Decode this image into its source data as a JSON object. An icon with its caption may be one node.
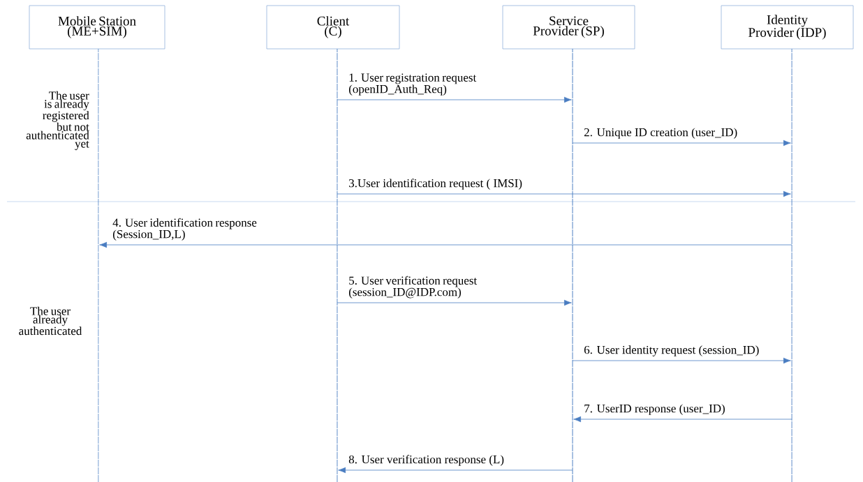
{
  "diagram": {
    "nodes": [
      {
        "text": [
          "Mobile Station (ME+SIM)"
        ]
      },
      {
        "text": [
          "Client (C)"
        ]
      },
      {
        "text": [
          "Service Provider (SP)"
        ]
      },
      {
        "text": [
          "Identity Provider (IDP)"
        ]
      },
      {
        "text": [],
        "shape": "bar"
      },
      {
        "text": [],
        "shape": "bar"
      },
      {
        "text": [],
        "shape": "bar"
      },
      {
        "text": [],
        "shape": "bar"
      }
    ],
    "edges": [
      {
        "from": 5,
        "to": 6,
        "arrow": "to",
        "label": "1. User registration request (openID_Auth_Req)"
      },
      {
        "from": 6,
        "to": 7,
        "arrow": "to",
        "label": "2. Unique ID creation (user_ID)"
      },
      {
        "from": 5,
        "to": 7,
        "arrow": "to",
        "label": "3.User identification request ( IMSI)"
      },
      {
        "from": 7,
        "to": 4,
        "arrow": "to",
        "label": "4. User identification response (Session_ID,L)"
      },
      {
        "from": 5,
        "to": 6,
        "arrow": "to",
        "label": "5. User verification request (session_ID@IDP.com)"
      },
      {
        "from": 6,
        "to": 7,
        "arrow": "to",
        "label": "6. User identity request (session_ID)"
      },
      {
        "from": 7,
        "to": 6,
        "arrow": "to",
        "label": "7. UserID response (user_ID)"
      },
      {
        "from": 6,
        "to": 5,
        "arrow": "to",
        "label": "8. User verification response (L)"
      }
    ],
    "labels": [
      "The user is already registered but not authenticated yet",
      "The user already authenticated"
    ]
  }
}
